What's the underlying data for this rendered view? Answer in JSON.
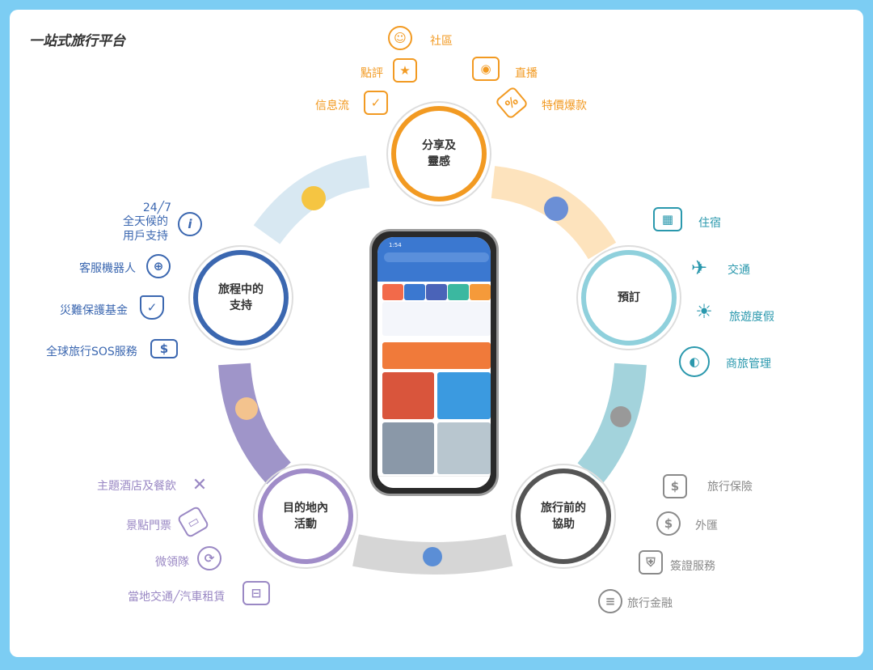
{
  "title": "一站式旅行平台",
  "colors": {
    "share": "#f29a22",
    "booking": "#8fd0dc",
    "pretrip": "#555555",
    "destination": "#a08cc8",
    "intrip": "#3b67b0",
    "background": "#7ccdf3"
  },
  "stages": {
    "share": {
      "label1": "分享及",
      "label2": "靈感",
      "items": [
        "社區",
        "點評",
        "直播",
        "信息流",
        "特價爆款"
      ],
      "icons": [
        "community-icon",
        "rating-icon",
        "live-stream-icon",
        "feed-icon",
        "deal-tag-icon"
      ]
    },
    "booking": {
      "label1": "預訂",
      "items": [
        "住宿",
        "交通",
        "旅遊度假",
        "商旅管理"
      ],
      "icons": [
        "hotel-icon",
        "plane-icon",
        "vacation-icon",
        "business-travel-icon"
      ]
    },
    "pretrip": {
      "label1": "旅行前的",
      "label2": "協助",
      "items": [
        "旅行保險",
        "外匯",
        "簽證服務",
        "旅行金融"
      ],
      "icons": [
        "insurance-icon",
        "exchange-icon",
        "visa-icon",
        "finance-icon"
      ]
    },
    "destination": {
      "label1": "目的地內",
      "label2": "活動",
      "items": [
        "主題酒店及餐飲",
        "景點門票",
        "微領隊",
        "當地交通╱汽車租賃"
      ],
      "icons": [
        "dining-icon",
        "ticket-icon",
        "guide-icon",
        "taxi-icon"
      ]
    },
    "intrip": {
      "label1": "旅程中的",
      "label2": "支持",
      "items": [
        "24╱7",
        "全天候的",
        "用戶支持",
        "客服機器人",
        "災難保護基金",
        "全球旅行SOS服務"
      ],
      "icons": [
        "chat-info-icon",
        "globe-icon",
        "shield-check-icon",
        "money-icon"
      ]
    }
  },
  "phone": {
    "time": "1:54"
  }
}
